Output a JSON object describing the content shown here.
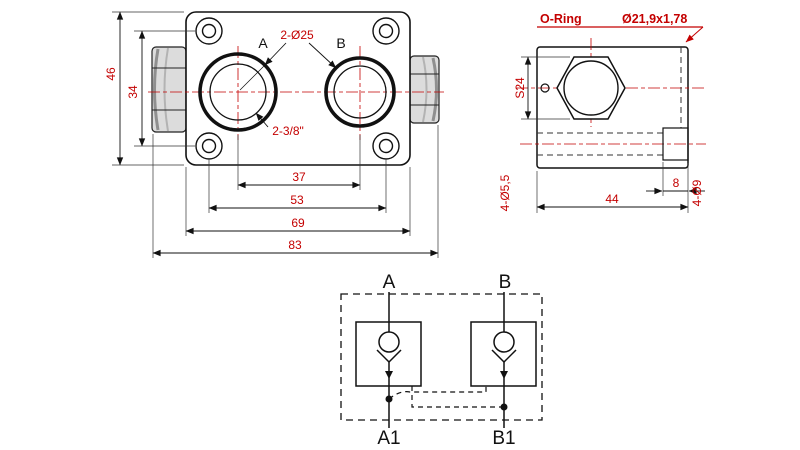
{
  "front_view": {
    "port_label_a": "A",
    "port_label_b": "B",
    "callout_bore": "2-Ø25",
    "callout_thread": "2-3/8\"",
    "dim_height": "46",
    "dim_bolt_spacing_v": "34",
    "dim_port_spacing": "37",
    "dim_bolt_spacing_h": "53",
    "dim_body_width": "69",
    "dim_overall_width": "83"
  },
  "side_view": {
    "oring_label": "O-Ring",
    "oring_size": "Ø21,9x1,78",
    "hex_flats": "S24",
    "dim_depth": "44",
    "dim_groove": "8",
    "callout_mount_holes": "4-Ø5,5",
    "callout_counterbore": "4-Ø9"
  },
  "schematic": {
    "port_a": "A",
    "port_b": "B",
    "port_a1": "A1",
    "port_b1": "B1"
  },
  "colors": {
    "dimension_text": "#c40000",
    "drawing_line": "#111111"
  }
}
